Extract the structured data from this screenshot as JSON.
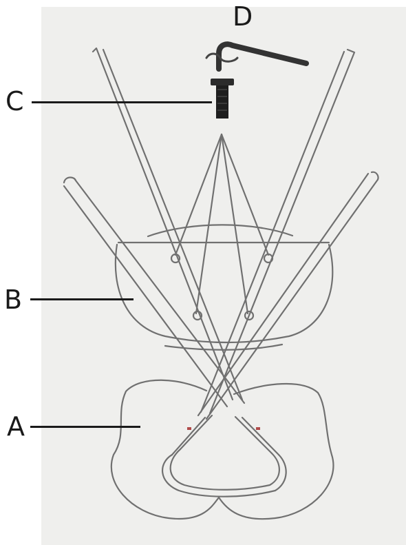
{
  "labels": {
    "a": "A",
    "b": "B",
    "c": "C",
    "d": "D"
  },
  "parts": {
    "a": "seat-shell",
    "b": "leg-frame-base",
    "c": "bolt",
    "d": "allen-key"
  },
  "colors": {
    "line": "#6e6e6e",
    "ink": "#1a1a1a",
    "paper": "#efefed",
    "accent": "#b04a4a"
  }
}
